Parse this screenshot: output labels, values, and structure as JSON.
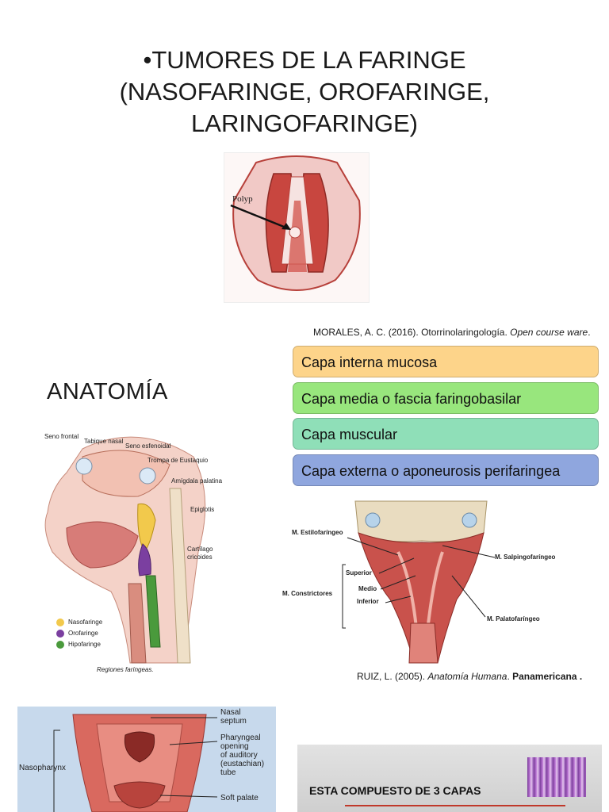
{
  "title": {
    "line1": "•TUMORES DE LA FARINGE",
    "line2": "(NASOFARINGE, OROFARINGE,",
    "line3": "LARINGOFARINGE)"
  },
  "polyp_image": {
    "label": "Polyp"
  },
  "citation_morales": {
    "authors": "MORALES, A. C. (2016). ",
    "subject": "Otorrinolaringología. ",
    "source": "Open course ware",
    "end": "."
  },
  "anatomy_heading": "ANATOMÍA",
  "layers": [
    {
      "label": "Capa interna mucosa",
      "color": "#fdd48a"
    },
    {
      "label": "Capa media o fascia faringobasilar",
      "color": "#98e67d"
    },
    {
      "label": "Capa muscular",
      "color": "#8fdfb8"
    },
    {
      "label": "Capa externa o aponeurosis perifaringea",
      "color": "#8fa6de"
    }
  ],
  "sagittal_figure": {
    "labels": {
      "seno_frontal": "Seno frontal",
      "tabique_nasal": "Tabique nasal",
      "seno_esfenoidal": "Seno esfenoidal",
      "trompa": "Trompa  de Eustaquio",
      "amigdala": "Amígdala palatina",
      "epiglotis": "Epiglotis",
      "cartilago_1": "Cartílago",
      "cartilago_2": "cricoides"
    },
    "legend": [
      {
        "label": "Nasofaringe",
        "color": "#f2c94c"
      },
      {
        "label": "Orofaringe",
        "color": "#7b3fa0"
      },
      {
        "label": "Hipofaringe",
        "color": "#4a9a3c"
      }
    ],
    "caption": "Regiones faríngeas."
  },
  "muscles_figure": {
    "labels": {
      "estilofaringeo": "M. Estilofaríngeo",
      "salpingofaringeo": "M. Salpingofaríngeo",
      "superior": "Superior",
      "medio": "Medio",
      "inferior": "Inferior",
      "constrictores": "M. Constrictores",
      "palatofaringeo": "M. Palatofaríngeo"
    }
  },
  "citation_ruiz": {
    "authors": "RUIZ, L. (2005). ",
    "title": "Anatomía Humana",
    "sep": ". ",
    "publisher": "Panamericana ."
  },
  "pharynx_figure": {
    "labels": {
      "nasal_1": "Nasal",
      "nasal_2": "septum",
      "pharyngeal_1": "Pharyngeal",
      "pharyngeal_2": "opening",
      "pharyngeal_3": "of auditory",
      "pharyngeal_4": "(eustachian)",
      "pharyngeal_5": "tube",
      "soft_palate": "Soft palate",
      "nasopharynx": "Nasopharynx"
    }
  },
  "histology_slide": {
    "text": "ESTA COMPUESTO DE 3 CAPAS",
    "accent": "#c0392b"
  }
}
